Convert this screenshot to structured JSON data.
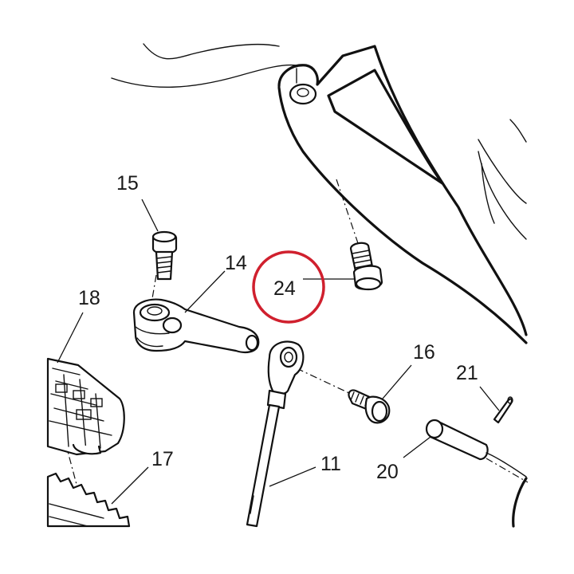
{
  "callouts": {
    "c11": "11",
    "c14": "14",
    "c15": "15",
    "c16": "16",
    "c17": "17",
    "c18": "18",
    "c20": "20",
    "c21": "21",
    "c24": "24"
  },
  "colors": {
    "highlight": "#d0202e",
    "ink": "#111111",
    "background": "#ffffff"
  },
  "highlighted_part": "24"
}
